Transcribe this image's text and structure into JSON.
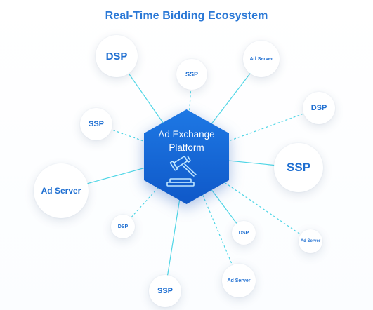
{
  "title": "Real-Time Bidding Ecosystem",
  "hub": {
    "label_line1": "Ad Exchange",
    "label_line2": "Platform",
    "icon": "gavel-icon",
    "color": "#1565d8"
  },
  "colors": {
    "title": "#2a78d6",
    "node_text": "#1f6fd1",
    "link": "#4fd6e6"
  },
  "nodes": [
    {
      "id": "dsp-top-left",
      "label": "DSP",
      "link": "solid"
    },
    {
      "id": "ssp-top",
      "label": "SSP",
      "link": "dashed"
    },
    {
      "id": "ad-server-top-right",
      "label": "Ad Server",
      "link": "solid"
    },
    {
      "id": "ssp-left",
      "label": "SSP",
      "link": "dashed"
    },
    {
      "id": "dsp-right",
      "label": "DSP",
      "link": "dashed"
    },
    {
      "id": "ssp-right",
      "label": "SSP",
      "link": "solid"
    },
    {
      "id": "ad-server-left",
      "label": "Ad Server",
      "link": "solid"
    },
    {
      "id": "dsp-bottom-left",
      "label": "DSP",
      "link": "dashed"
    },
    {
      "id": "dsp-bottom-mid",
      "label": "DSP",
      "link": "solid"
    },
    {
      "id": "ad-server-bottom-right",
      "label": "Ad Server",
      "link": "dashed"
    },
    {
      "id": "ssp-bottom",
      "label": "SSP",
      "link": "solid"
    },
    {
      "id": "ad-server-bottom",
      "label": "Ad Server",
      "link": "dashed"
    }
  ]
}
